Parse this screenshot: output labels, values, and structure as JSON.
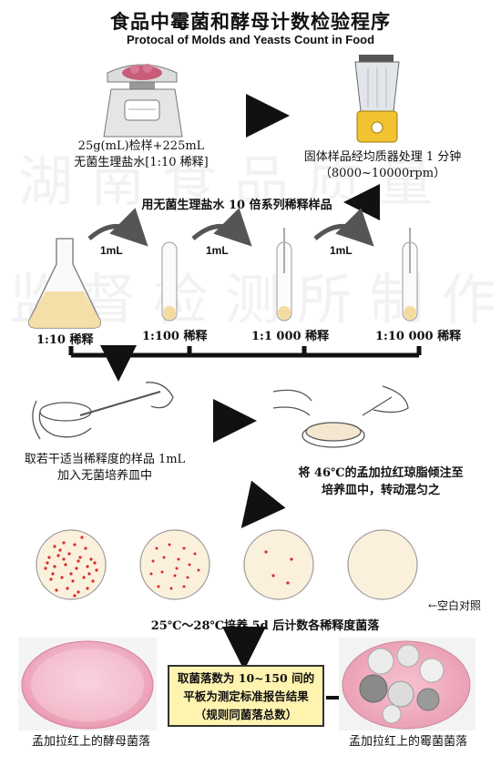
{
  "title": {
    "cn": "食品中霉菌和酵母计数检验程序",
    "en": "Protocal of Molds and Yeasts Count in Food"
  },
  "step1": {
    "line1": "25g(mL)检样+225mL",
    "line2": "无菌生理盐水[1:10 稀释]"
  },
  "step2": {
    "line1": "固体样品经均质器处理 1 分钟",
    "line2": "（8000~10000rpm）"
  },
  "dilution_header": "用无菌生理盐水 10 倍系列稀释样品",
  "transfer_volume": [
    "1mL",
    "1mL",
    "1mL"
  ],
  "dilutions": [
    "1:10 稀释",
    "1:100 稀释",
    "1:1 000 稀释",
    "1:10 000 稀释"
  ],
  "step_pipette": {
    "line1": "取若干适当稀释度的样品 1mL",
    "line2": "加入无菌培养皿中"
  },
  "step_pour": {
    "line1": "将 46℃的孟加拉红琼脂倾注至",
    "line2": "培养皿中，转动混匀之"
  },
  "blank_control": "←空白对照",
  "incubation": "25℃～28℃培养 5d 后计数各稀释度菌落",
  "note": {
    "line1": "取菌落数为 10~150 间的",
    "line2": "平板为测定标准报告结果",
    "line3": "（规则同菌落总数）"
  },
  "yeast_caption": "孟加拉红上的酵母菌落",
  "mold_caption": "孟加拉红上的霉菌菌落",
  "colors": {
    "colony": "#d62b2b",
    "plate": "#fbf0dc",
    "liquid": "#f4dca0",
    "rose_bengal": "#f2b6c6"
  }
}
